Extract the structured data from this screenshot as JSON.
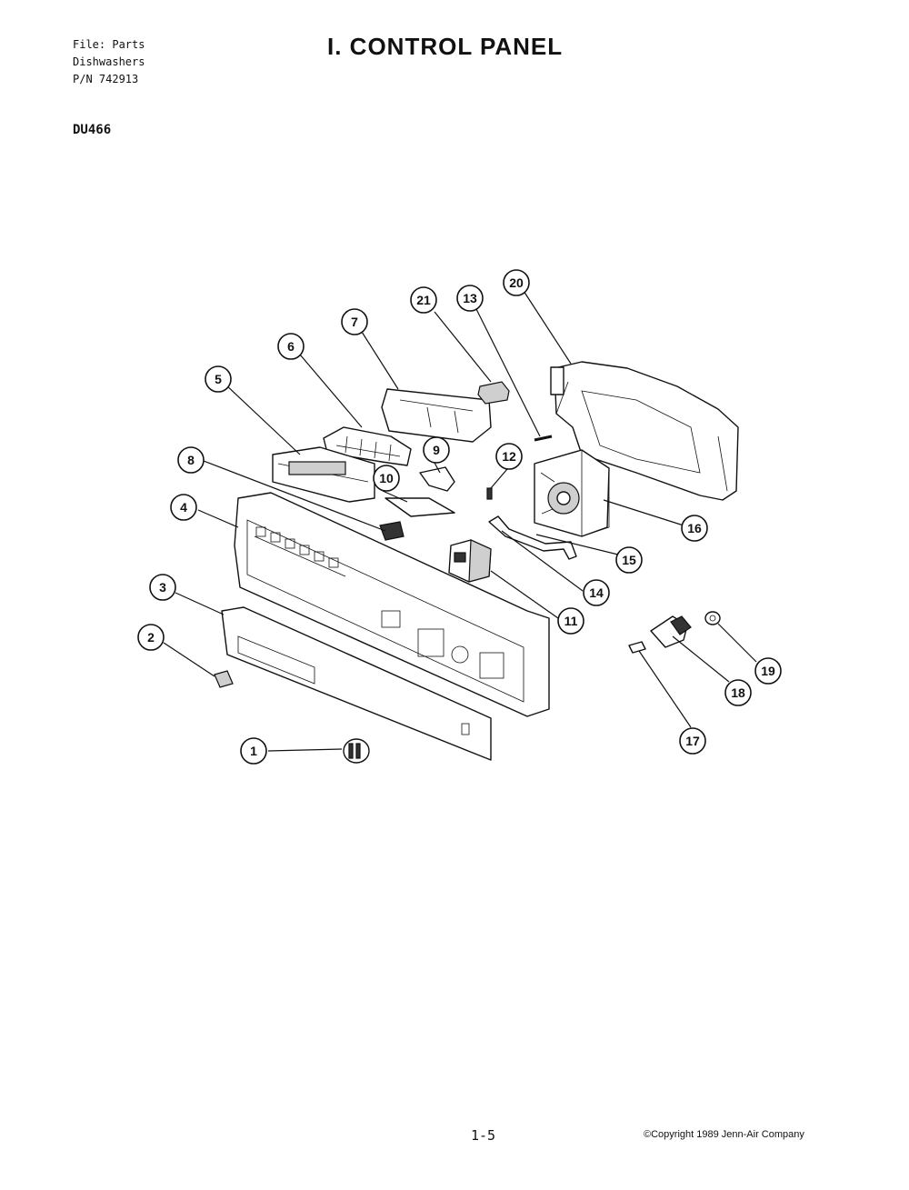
{
  "header": {
    "file_line": "File: Parts",
    "category_line": "Dishwashers",
    "part_number_line": "P/N 742913",
    "model": "DU466"
  },
  "title": "I. CONTROL PANEL",
  "footer": {
    "page_number": "1-5",
    "copyright": "©Copyright 1989 Jenn-Air Company"
  },
  "callouts": [
    "1",
    "2",
    "3",
    "4",
    "5",
    "6",
    "7",
    "8",
    "9",
    "10",
    "11",
    "12",
    "13",
    "14",
    "15",
    "16",
    "17",
    "18",
    "19",
    "20",
    "21"
  ]
}
